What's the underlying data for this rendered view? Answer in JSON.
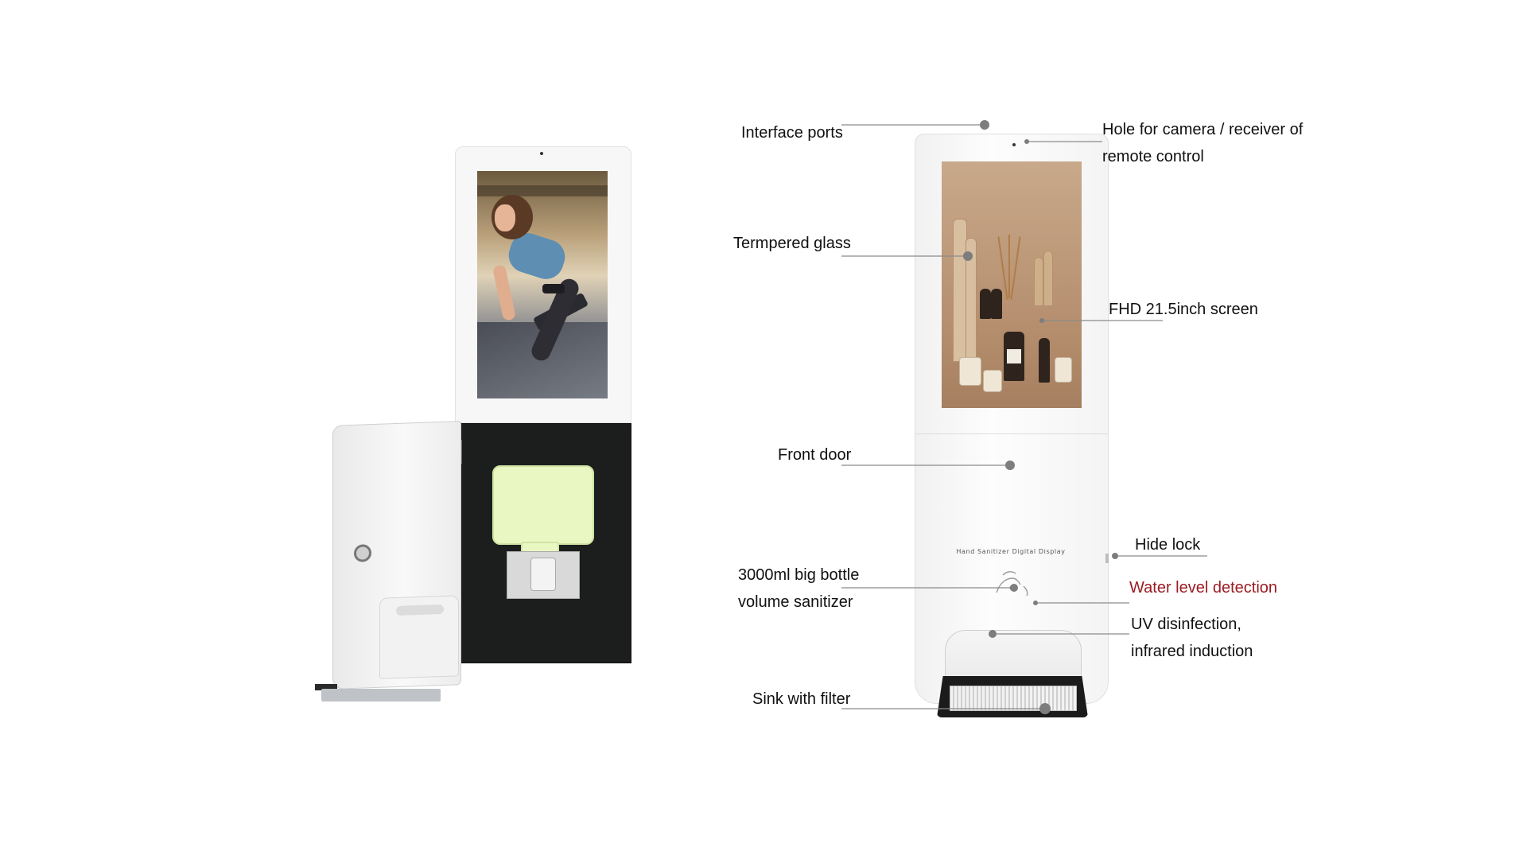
{
  "diagram": {
    "panel_text": "Hand Sanitizer Digital Display",
    "callouts": {
      "interface_ports": "Interface ports",
      "camera_hole": "Hole for camera / receiver of remote control",
      "tempered_glass": "Termpered glass",
      "screen": "FHD 21.5inch screen",
      "front_door": "Front door",
      "hide_lock": "Hide lock",
      "bottle": "3000ml big bottle volume sanitizer",
      "water_level": "Water level detection",
      "uv": "UV disinfection, infrared induction",
      "sink": "Sink with filter"
    },
    "colors": {
      "label_text": "#111111",
      "highlight_text": "#9b1b22",
      "leader_line": "#8a8a8a",
      "leader_dot": "#7d7d7d"
    },
    "icons": {
      "hand_icon": "hand-sanitizer-icon",
      "camera": "camera-dot-icon",
      "lock": "door-lock-icon"
    }
  }
}
